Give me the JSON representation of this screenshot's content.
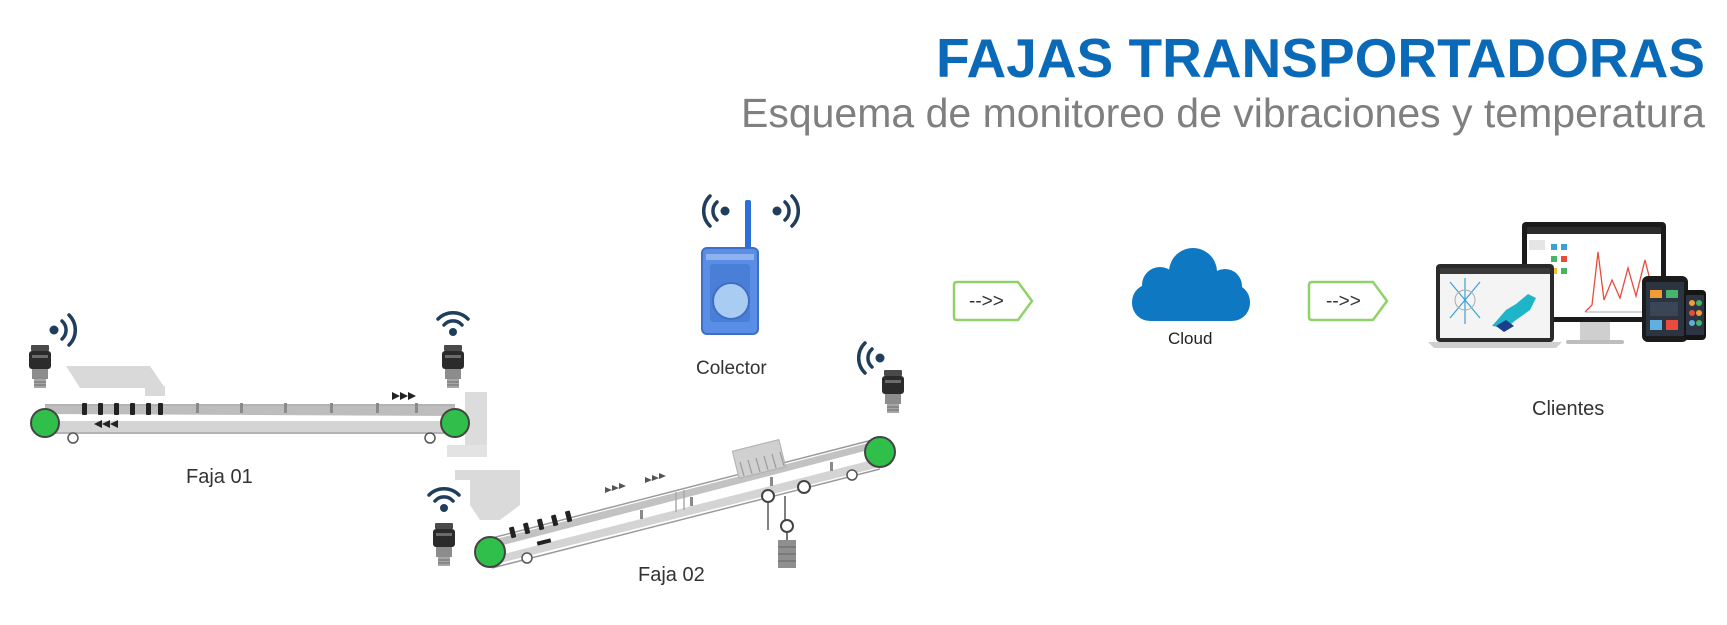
{
  "header": {
    "title": "FAJAS TRANSPORTADORAS",
    "subtitle": "Esquema de monitoreo de vibraciones y temperatura"
  },
  "diagram": {
    "belt1_label": "Faja 01",
    "belt2_label": "Faja 02",
    "collector_label": "Colector",
    "arrow1_label": "-->>",
    "arrow2_label": "-->>",
    "cloud_label": "Cloud",
    "clients_label": "Clientes"
  },
  "colors": {
    "title": "#0b6ab7",
    "subtitle": "#7f7f7f",
    "pulley": "#2fbf4a",
    "signal": "#1f3e5c",
    "collector": "#5a8ee6",
    "cloud": "#0f78c2",
    "arrow_border": "#8fd26a",
    "belt": "#c9c9c9"
  },
  "icons": {
    "sensor": "vibration-sensor-icon",
    "signal": "wifi-signal-icon",
    "collector": "wireless-collector-icon",
    "cloud": "cloud-icon",
    "clients": "devices-icon"
  }
}
